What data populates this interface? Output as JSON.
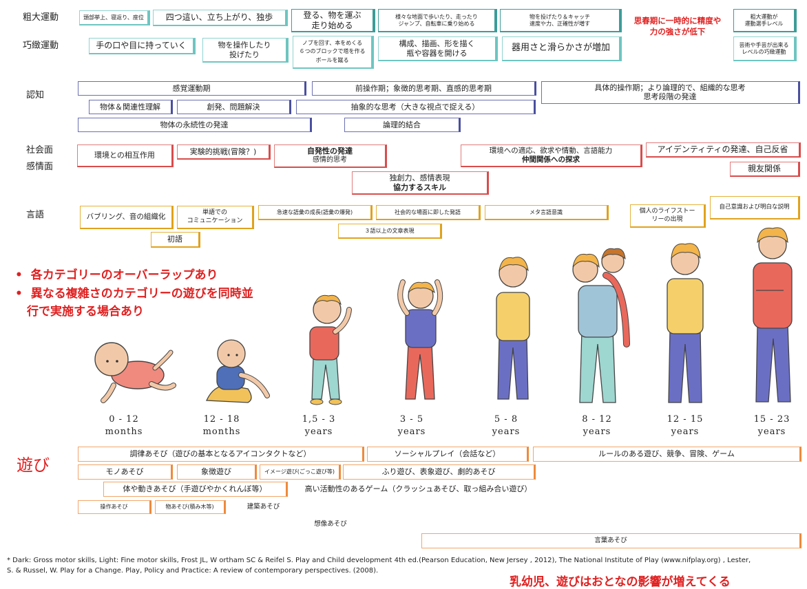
{
  "rows": {
    "gross": "粗大運動",
    "fine": "巧緻運動",
    "cognition": "認知",
    "social1": "社会面",
    "social2": "感情面",
    "language": "言語",
    "play": "遊び"
  },
  "gross": {
    "b1": "頭部挙上、寝返り、座位",
    "b2": "四つ這い、立ち上がり、独歩",
    "b3a": "登る、物を運ぶ",
    "b3b": "走り始める",
    "b4a": "様々な地面で歩いたり、走ったり",
    "b4b": "ジャンプ、自転車に乗り始める",
    "b5a": "物を投げたり＆キャッチ",
    "b5b": "速度や力、正確性が増す",
    "red_a": "思春期に一時的に精度や",
    "red_b": "力の強さが低下",
    "b6a": "粗大運動が",
    "b6b": "運動選手レベル"
  },
  "fine": {
    "b1": "手の口や目に持っていく",
    "b2a": "物を操作したり",
    "b2b": "投げたり",
    "b3a": "ノブを回す、本をめくる",
    "b3b": "６つのブロックで塔を作る",
    "b3c": "ボールを蹴る",
    "b4a": "構成、描画、形を描く",
    "b4b": "瓶や容器を開ける",
    "b5": "器用さと滑らかさが増加",
    "b6a": "芸術や手芸が出来る",
    "b6b": "レベルの巧緻運動"
  },
  "cognition": {
    "sensorimotor": "感覚運動期",
    "preop": "前操作期；象徴的思考期、直感的思考期",
    "concrete_a": "具体的操作期；より論理的で、組織的な思考",
    "concrete_b": "思考段階の発達",
    "objects": "物体＆関連性理解",
    "invention": "創発、問題解決",
    "abstract": "抽象的な思考（大きな視点で捉える）",
    "permanence": "物体の永続性の発達",
    "logical": "論理的結合"
  },
  "social": {
    "env": "環境との相互作用",
    "challenge": "実験的挑戦(冒険？)",
    "auto_a": "自発性の発達",
    "auto_b": "感情的思考",
    "adapt_a": "環境への適応、欲求や情動、言語能力",
    "adapt_b": "仲間関係への探求",
    "identity": "アイデンティティの発達、自己反省",
    "friends": "親友関係",
    "coop_a": "独創力、感情表現",
    "coop_b": "協力するスキル"
  },
  "language": {
    "babble": "バブリング、音の組織化",
    "words_a": "単語での",
    "words_b": "コミュニケーション",
    "first": "初語",
    "vocab": "急速な語彙の成長(語彙の爆発)",
    "social": "社会的な場面に即した発語",
    "meta": "メタ言語意識",
    "sentence": "３語以上の文章表現",
    "life_a": "個人のライフストー",
    "life_b": "リーの出現",
    "selfaware": "自己意識および明白な説明"
  },
  "bullets": {
    "b1": "各カテゴリーのオーバーラップあり",
    "b2a": "異なる複雑さのカテゴリーの遊びを同時並",
    "b2b": "行で実施する場合あり"
  },
  "ages": [
    {
      "range": "0 - 12",
      "unit": "months"
    },
    {
      "range": "12 - 18",
      "unit": "months"
    },
    {
      "range": "1,5 - 3",
      "unit": "years"
    },
    {
      "range": "3 - 5",
      "unit": "years"
    },
    {
      "range": "5 - 8",
      "unit": "years"
    },
    {
      "range": "8 - 12",
      "unit": "years"
    },
    {
      "range": "12 - 15",
      "unit": "years"
    },
    {
      "range": "15 - 23",
      "unit": "years"
    }
  ],
  "play": {
    "attune": "調律あそび（遊びの基本となるアイコンタクトなど）",
    "socialplay": "ソーシャルプレイ（会話など）",
    "rules": "ルールのある遊び、競争、冒険、ゲーム",
    "object": "モノあそび",
    "symbol": "象徴遊び",
    "image": "イメージ遊び(ごっこ遊び等)",
    "pretend": "ふり遊び、表象遊び、劇的あそび",
    "body": "体や動きあそび（手遊びやかくれんぼ等）",
    "rough": "高い活動性のあるゲーム（クラッシュあそび、取っ組み合い遊び）",
    "manip": "操作あそび",
    "blocks": "物あそび(積み木等)",
    "build": "建築あそび",
    "imagination": "想像あそび",
    "word": "言葉あそび"
  },
  "footnote": {
    "line1": "* Dark: Gross motor skills, Light: Fine motor skills, Frost JL, W ortham SC & Reifel S. Play and Child development 4th ed.(Pearson Education, New Jersey , 2012), The National Institute of Play (www.nifplay.org) , Lester,",
    "line2": "S. & Russel, W. Play for a Change. Play, Policy and Practice: A review of contemporary perspectives. (2008).",
    "cutoff": "乳幼児、遊びはおとなの影響が増えてくる"
  },
  "colors": {
    "teal": "#6ec5c1",
    "teal_dark": "#3c9c98",
    "navy": "#4a4f9e",
    "red": "#d94c4c",
    "gold": "#e0a21c",
    "orange": "#ee8a3c",
    "accent_red": "#e02020"
  },
  "illustrations": [
    "crawling-baby-icon",
    "sitting-baby-icon",
    "toddler-icon",
    "child-3-5-icon",
    "child-5-8-icon",
    "piggyback-children-icon",
    "teen-12-15-icon",
    "youth-15-23-icon"
  ]
}
